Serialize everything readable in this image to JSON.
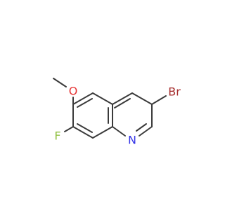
{
  "molecule": {
    "atoms": {
      "bromine": {
        "label": "Br",
        "color": "#a52a2a"
      },
      "nitrogen": {
        "label": "N",
        "color": "#3434e6"
      },
      "oxygen": {
        "label": "O",
        "color": "#e63434"
      },
      "fluorine": {
        "label": "F",
        "color": "#90c040"
      }
    },
    "bond_color": "#3a3a3a"
  }
}
